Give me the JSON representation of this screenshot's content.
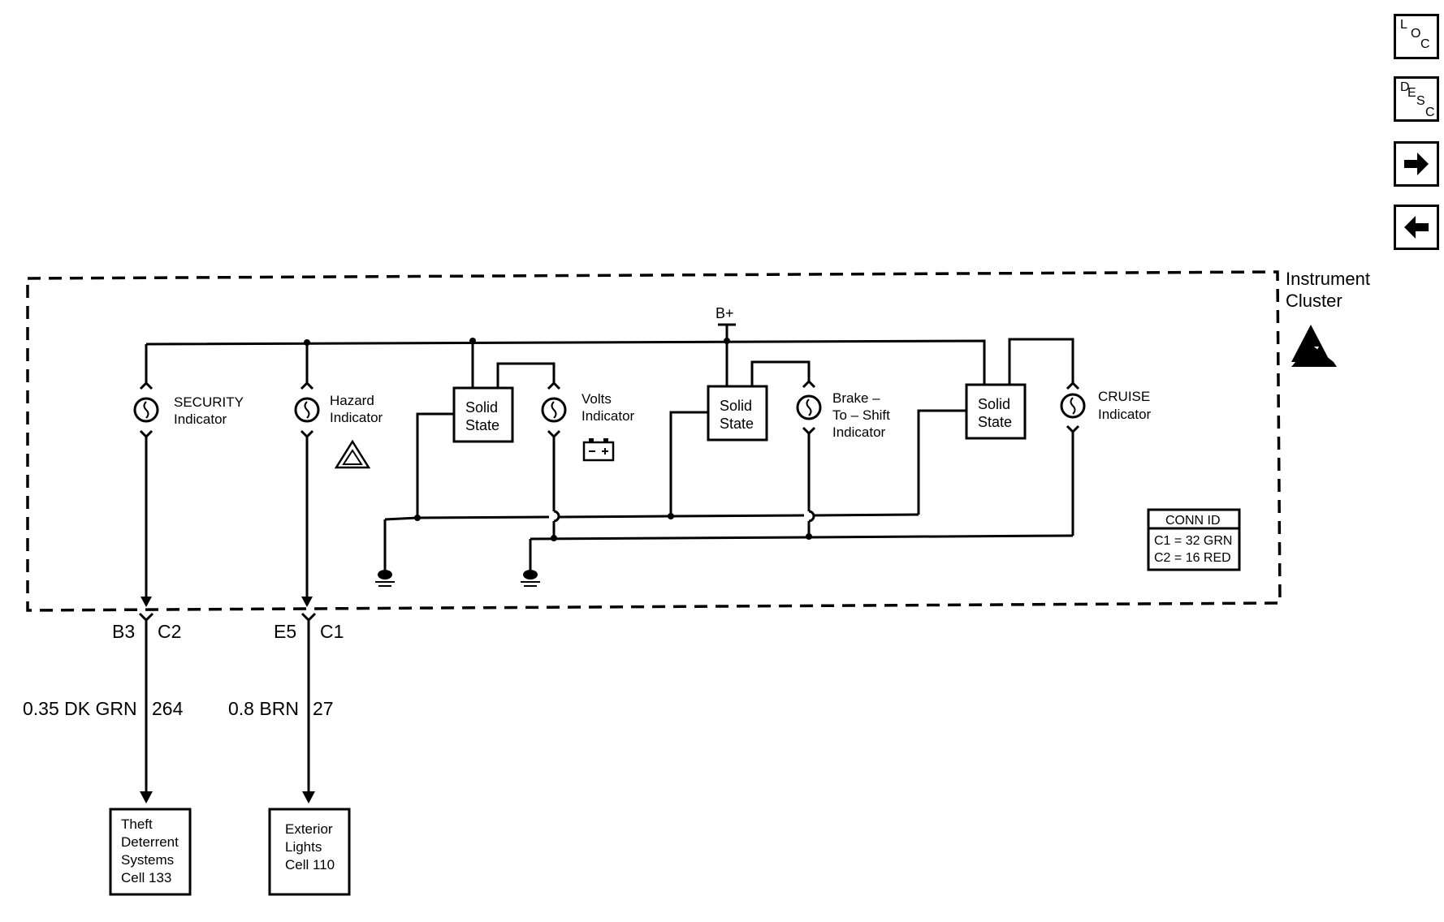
{
  "nav": {
    "loc": [
      "L",
      "O",
      "C"
    ],
    "desc": [
      "D",
      "E",
      "S",
      "C"
    ],
    "forward_icon": "right-arrow-icon",
    "back_icon": "left-arrow-icon"
  },
  "module": {
    "name_line1": "Instrument",
    "name_line2": "Cluster",
    "esd_icon": "esd-warning-icon"
  },
  "power": {
    "label": "B+"
  },
  "indicators": {
    "security": [
      "SECURITY",
      "Indicator"
    ],
    "hazard": [
      "Hazard",
      "Indicator"
    ],
    "volts": [
      "Volts",
      "Indicator"
    ],
    "brake": [
      "Brake –",
      "To – Shift",
      "Indicator"
    ],
    "cruise": [
      "CRUISE",
      "Indicator"
    ]
  },
  "solid_state": [
    "Solid",
    "State"
  ],
  "conn_id": {
    "title": "CONN ID",
    "rows": [
      "C1 = 32 GRN",
      "C2 = 16 RED"
    ]
  },
  "connectors": {
    "left": {
      "pin": "B3",
      "conn": "C2",
      "wire": "0.35 DK GRN",
      "circuit": "264"
    },
    "right": {
      "pin": "E5",
      "conn": "C1",
      "wire": "0.8 BRN",
      "circuit": "27"
    }
  },
  "destinations": {
    "theft": [
      "Theft",
      "Deterrent",
      "Systems",
      "Cell 133"
    ],
    "exterior": [
      "Exterior",
      "Lights",
      "Cell 110"
    ]
  }
}
